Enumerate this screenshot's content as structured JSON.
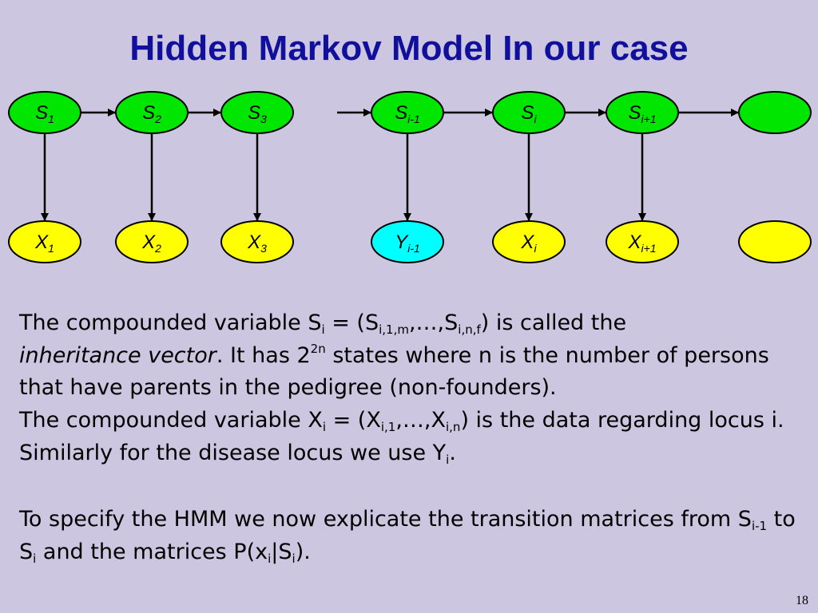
{
  "slide": {
    "title": "Hidden Markov Model In our case",
    "page_number": "18"
  },
  "diagram": {
    "colors": {
      "hidden": "#00e600",
      "observed": "#ffff00",
      "disease": "#00ffff",
      "outline": "#000000"
    },
    "hidden_nodes": [
      {
        "base": "S",
        "sub": "1"
      },
      {
        "base": "S",
        "sub": "2"
      },
      {
        "base": "S",
        "sub": "3"
      },
      {
        "base": "S",
        "sub": "i-1"
      },
      {
        "base": "S",
        "sub": "i"
      },
      {
        "base": "S",
        "sub": "i+1"
      },
      {
        "base": "",
        "sub": ""
      }
    ],
    "observed_nodes": [
      {
        "base": "X",
        "sub": "1"
      },
      {
        "base": "X",
        "sub": "2"
      },
      {
        "base": "X",
        "sub": "3"
      },
      {
        "base": "Y",
        "sub": "i-1"
      },
      {
        "base": "X",
        "sub": "i"
      },
      {
        "base": "X",
        "sub": "i+1"
      },
      {
        "base": "",
        "sub": ""
      }
    ]
  },
  "text": {
    "p1": {
      "a": "The compounded variable S",
      "a_sub": "i",
      "b": " = (S",
      "b_sub": "i,1,m",
      "c": ",…,S",
      "c_sub": "i,n,f",
      "d": ") is called the",
      "e_italic": "inheritance vector",
      "f": ". It has 2",
      "f_sup": "2n",
      "g": " states where n is the number of persons that have parents in the pedigree (non-founders)."
    },
    "p2": {
      "a": "The compounded variable X",
      "a_sub": "i",
      "b": " = (X",
      "b_sub": "i,1",
      "c": ",…,X",
      "c_sub": "i,n",
      "d": ")  is the data regarding locus i. Similarly for the disease locus we use Y",
      "d_sub": "i",
      "e": "."
    },
    "p3": {
      "a": "To specify the HMM we now explicate the transition matrices from S",
      "a_sub": "i-1",
      "b": " to S",
      "b_sub": "i",
      "c": "  and the matrices P(x",
      "c_sub": "i",
      "d": "|S",
      "d_sub": "i",
      "e": ")."
    }
  }
}
